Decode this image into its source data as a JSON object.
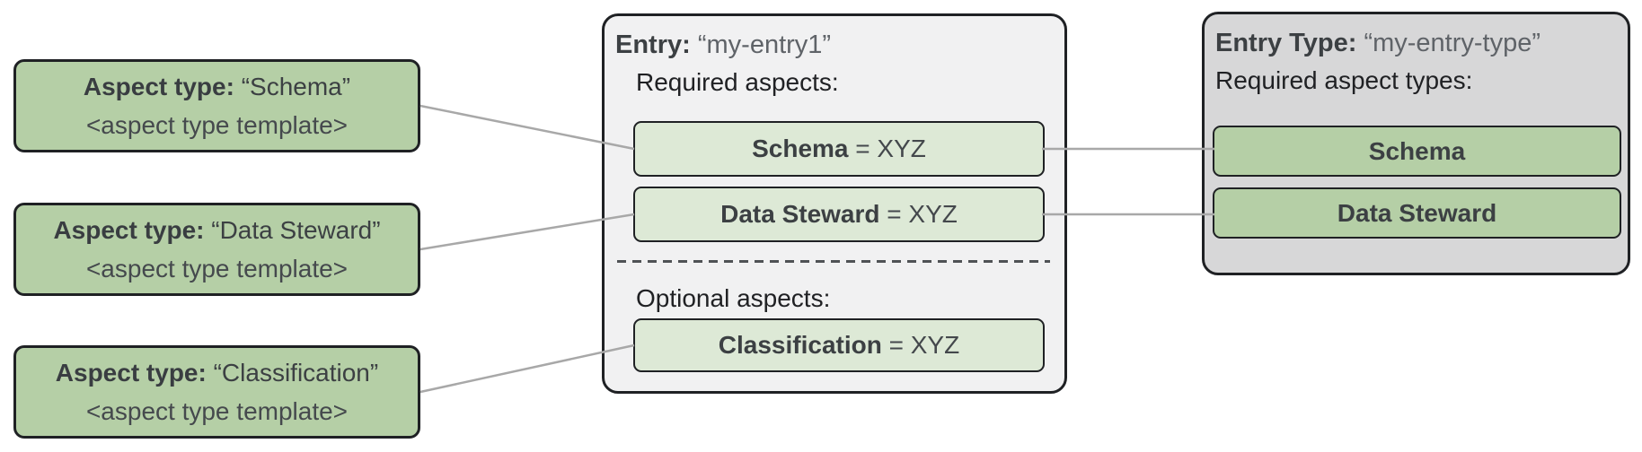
{
  "aspect_type_boxes": [
    {
      "label": "Aspect type:",
      "value": " “Schema”",
      "template": "<aspect type template>"
    },
    {
      "label": "Aspect type:",
      "value": " “Data Steward”",
      "template": "<aspect type template>"
    },
    {
      "label": "Aspect type:",
      "value": " “Classification”",
      "template": "<aspect type template>"
    }
  ],
  "entry": {
    "title_label": "Entry:",
    "title_value": " “my-entry1”",
    "required_section_label": "Required aspects:",
    "required_aspects": [
      {
        "name": "Schema",
        "suffix": " = XYZ"
      },
      {
        "name": "Data Steward",
        "suffix": " = XYZ"
      }
    ],
    "optional_section_label": "Optional aspects:",
    "optional_aspects": [
      {
        "name": "Classification",
        "suffix": " = XYZ"
      }
    ]
  },
  "entry_type": {
    "title_label": "Entry Type:",
    "title_value": " “my-entry-type”",
    "required_section_label": "Required aspect types:",
    "required_aspect_types": [
      {
        "name": "Schema"
      },
      {
        "name": "Data Steward"
      }
    ]
  },
  "colors": {
    "aspect_green": "#b5cfa6",
    "light_green": "#dde9d6",
    "entry_gray": "#f1f1f2",
    "entry_type_gray": "#d7d7d8",
    "border_dark": "#1f2124",
    "connector_gray": "#a8a8a8"
  }
}
